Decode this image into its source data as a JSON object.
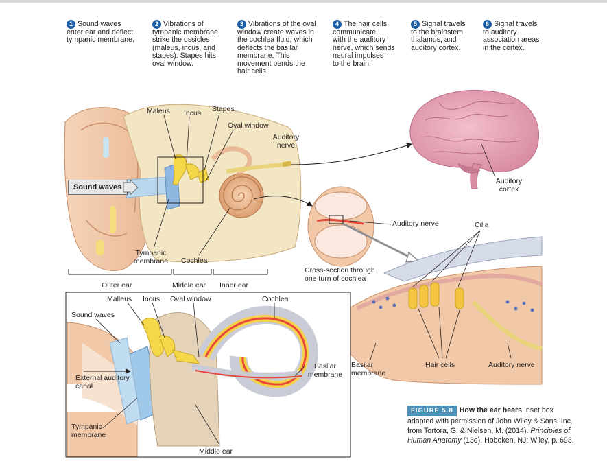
{
  "steps": [
    {
      "num": "1",
      "text": "Sound waves\nenter ear and deflect\ntympanic membrane."
    },
    {
      "num": "2",
      "text": "Vibrations of\ntympanic membrane\nstrike the ossicles\n(maleus, incus, and\nstapes). Stapes hits\noval window."
    },
    {
      "num": "3",
      "text": "Vibrations of the oval\nwindow create waves in\nthe cochlea fluid, which\ndeflects the basilar\nmembrane. This\nmovement bends the\nhair cells."
    },
    {
      "num": "4",
      "text": "The hair cells\ncommunicate\nwith the auditory\nnerve, which sends\nneural impulses\nto the brain."
    },
    {
      "num": "5",
      "text": "Signal travels\nto the brainstem,\nthalamus, and\nauditory cortex."
    },
    {
      "num": "6",
      "text": "Signal travels\nto auditory\nassociation areas\nin the cortex."
    }
  ],
  "labels": {
    "malleus_top": "Maleus",
    "incus_top": "Incus",
    "stapes": "Stapes",
    "oval_window_top": "Oval window",
    "auditory_nerve_top": "Auditory\nnerve",
    "sound_waves_main": "Sound waves",
    "tympanic_top": "Tympanic\nmembrane",
    "cochlea_top": "Cochlea",
    "outer_ear": "Outer ear",
    "middle_ear": "Middle ear",
    "inner_ear": "Inner ear",
    "auditory_cortex": "Auditory\ncortex",
    "auditory_nerve_mid": "Auditory nerve",
    "cilia": "Cilia",
    "cross_section": "Cross-section through\none turn of cochlea",
    "malleus_inset": "Malleus",
    "incus_inset": "Incus",
    "oval_window_inset": "Oval window",
    "cochlea_inset": "Cochlea",
    "sound_waves_inset": "Sound waves",
    "external_canal": "External auditory\ncanal",
    "tympanic_inset": "Tympanic\nmembrane",
    "middle_ear_inset": "Middle ear",
    "basilar_inset": "Basilar\nmembrane",
    "basilar_right": "Basilar\nmembrane",
    "hair_cells": "Hair cells",
    "auditory_nerve_right": "Auditory nerve"
  },
  "caption": {
    "badge": "FIGURE 5.8",
    "title": "How the ear hears",
    "text1": "Inset box adapted with permission of John Wiley & Sons, Inc. from Tortora, G. & Nielsen, M. (2014).",
    "book": "Principles of Human Anatomy",
    "text2": "(13e). Hoboken, NJ: Wiley, p. 693."
  },
  "colors": {
    "step_badge": "#1d5fa6",
    "figure_badge": "#4a8fb5",
    "skin": "#f1c9a8",
    "bone": "#f3e6c4",
    "ossicle": "#f5d84a",
    "brain": "#e8a8b8",
    "nerve": "#e8d27a",
    "cochlea_fluid_red": "#e8483a",
    "cochlea_fluid_yellow": "#f6d24a",
    "canal_blue": "#9ec7e8"
  }
}
